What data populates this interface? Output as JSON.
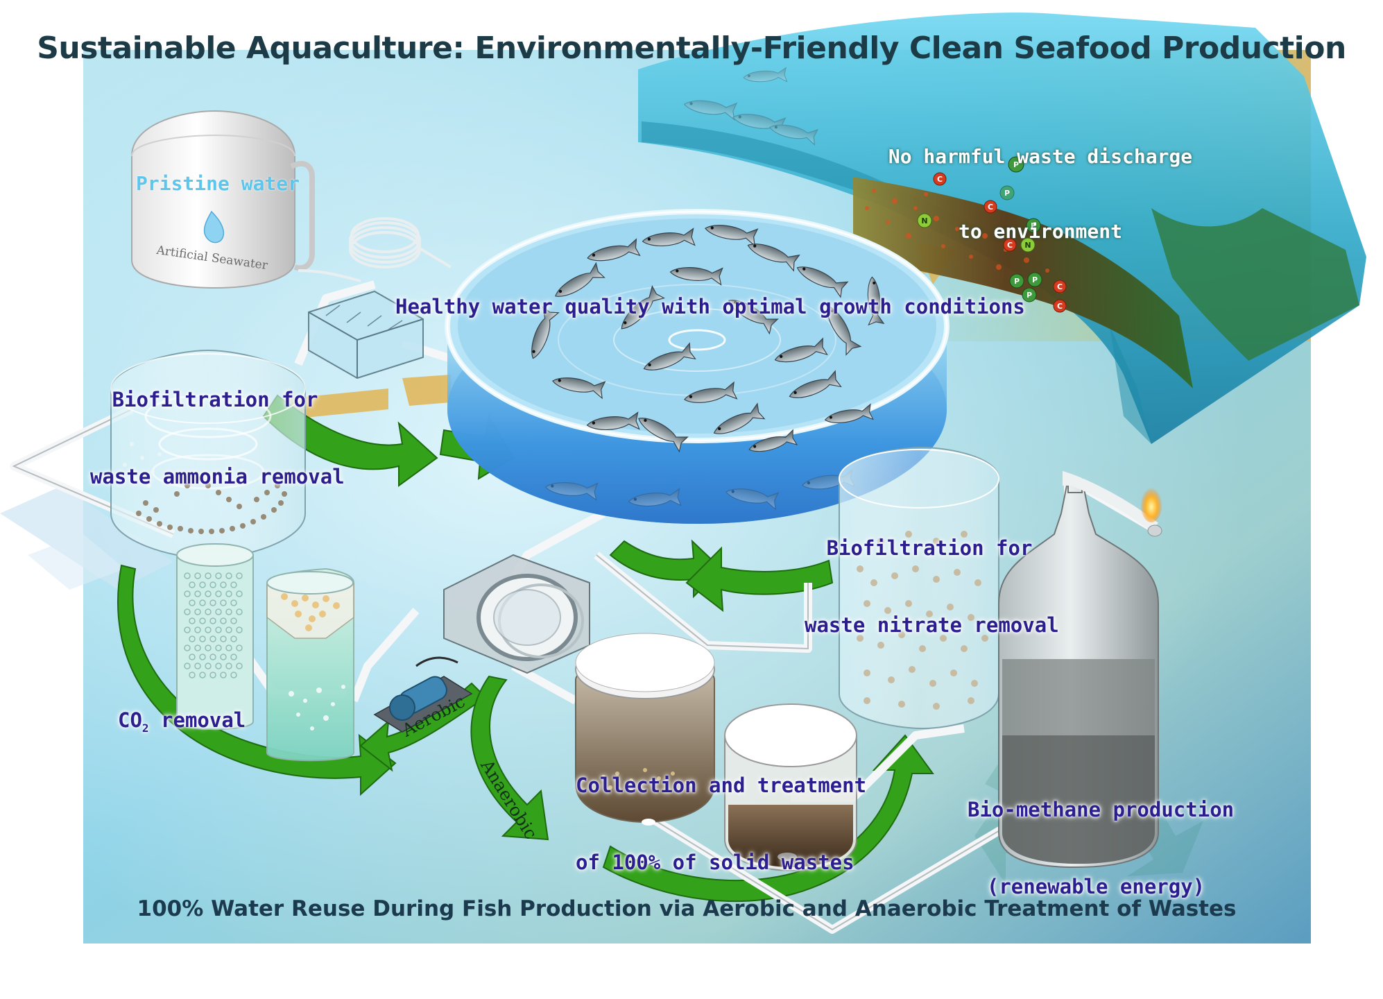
{
  "title": "Sustainable Aquaculture: Environmentally-Friendly Clean Seafood Production",
  "footer": "100% Water Reuse During Fish Production via Aerobic and Anaerobic Treatment of Wastes",
  "labels": {
    "pristine_water": "Pristine water",
    "artificial_seawater": "Artificial Seawater",
    "no_discharge_line1": "No harmful waste discharge",
    "no_discharge_line2": "to environment",
    "healthy_water": "Healthy water quality with optimal growth conditions",
    "ammonia_line1": "Biofiltration for",
    "ammonia_line2": "waste ammonia removal",
    "nitrate_line1": "Biofiltration for",
    "nitrate_line2": "waste nitrate removal",
    "co2_prefix": "CO",
    "co2_sub": "2",
    "co2_suffix": " removal",
    "solids_line1": "Collection and treatment",
    "solids_line2": "of 100% of solid wastes",
    "methane_line1": "Bio-methane production",
    "methane_line2": "(renewable energy)",
    "aerobic": "Aerobic",
    "anaerobic": "Anaerobic"
  },
  "nutrient_markers": {
    "letters": [
      "C",
      "N",
      "P"
    ],
    "colors": {
      "C": "#d63b1f",
      "N": "#7bbf2a",
      "P": "#3f9a3c"
    }
  },
  "colors": {
    "background_blue": "#8fd3e6",
    "arrow_green": "#3aa21a",
    "arrow_gold": "#e0b45a",
    "label_text": "#2b1f8f",
    "title_text": "#1d3b47"
  }
}
